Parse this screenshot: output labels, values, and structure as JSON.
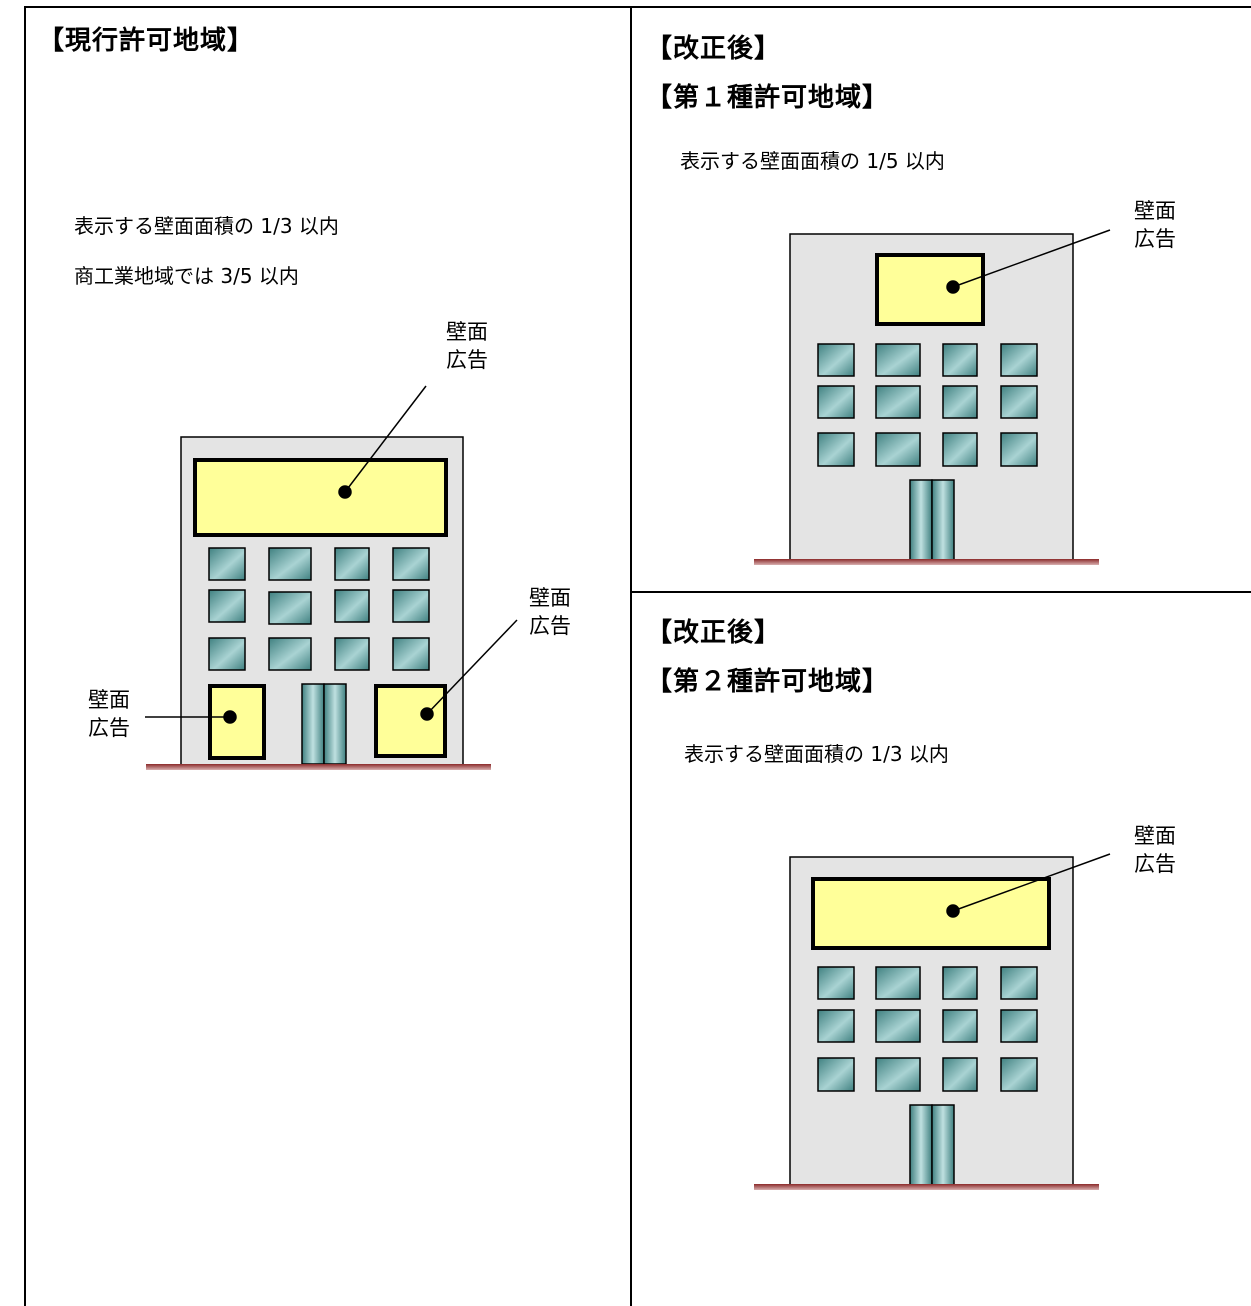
{
  "left": {
    "title": "【現行許可地域】",
    "desc_lines": [
      "表示する壁面面積の 1/3 以内",
      "商工業地域では 3/5 以内"
    ],
    "callout_line1": "壁面",
    "callout_line2": "広告"
  },
  "right_top": {
    "title_line1": "【改正後】",
    "title_line2": "【第１種許可地域】",
    "desc": "表示する壁面面積の 1/5 以内",
    "callout_line1": "壁面",
    "callout_line2": "広告"
  },
  "right_bottom": {
    "title_line1": "【改正後】",
    "title_line2": "【第２種許可地域】",
    "desc": "表示する壁面面積の 1/3 以内",
    "callout_line1": "壁面",
    "callout_line2": "広告"
  },
  "colors": {
    "building_fill": "#e4e4e4",
    "sign_fill": "#ffff99",
    "window_fill": "#6fa8a8",
    "ground": "#8b2a2a"
  }
}
